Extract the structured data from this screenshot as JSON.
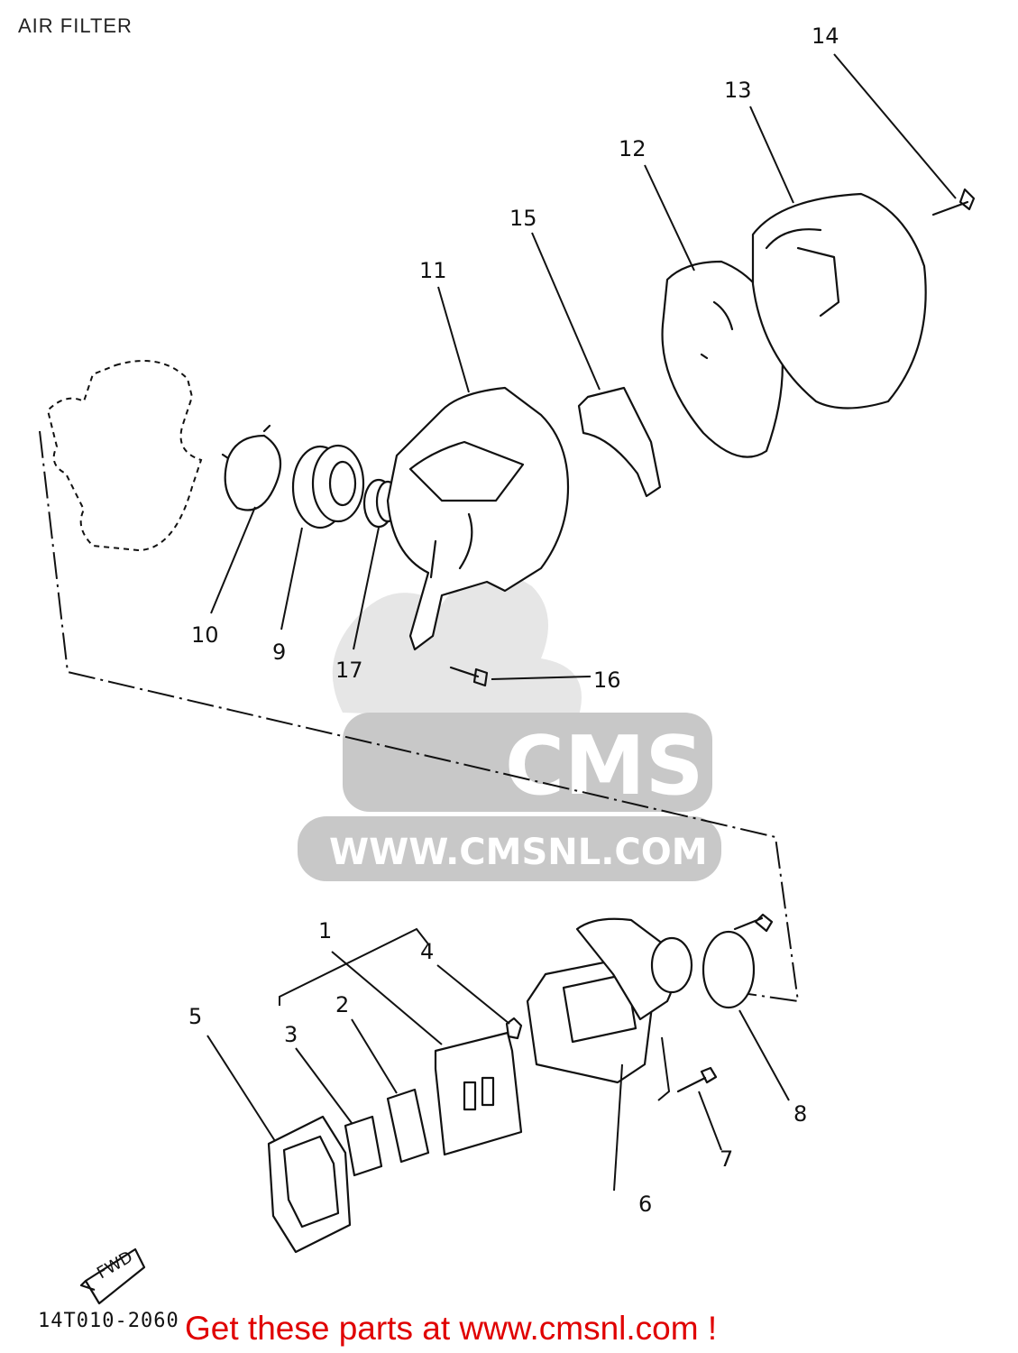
{
  "title": "AIR FILTER",
  "drawing_code": "14T010-2060",
  "footer": "Get these parts at www.cmsnl.com !",
  "watermark": {
    "logo": "CMS",
    "url": "WWW.CMSNL.COM"
  },
  "fwd_mark": "FWD",
  "callouts": [
    "1",
    "2",
    "3",
    "4",
    "5",
    "6",
    "7",
    "8",
    "9",
    "10",
    "11",
    "12",
    "13",
    "14",
    "15",
    "16",
    "17"
  ]
}
